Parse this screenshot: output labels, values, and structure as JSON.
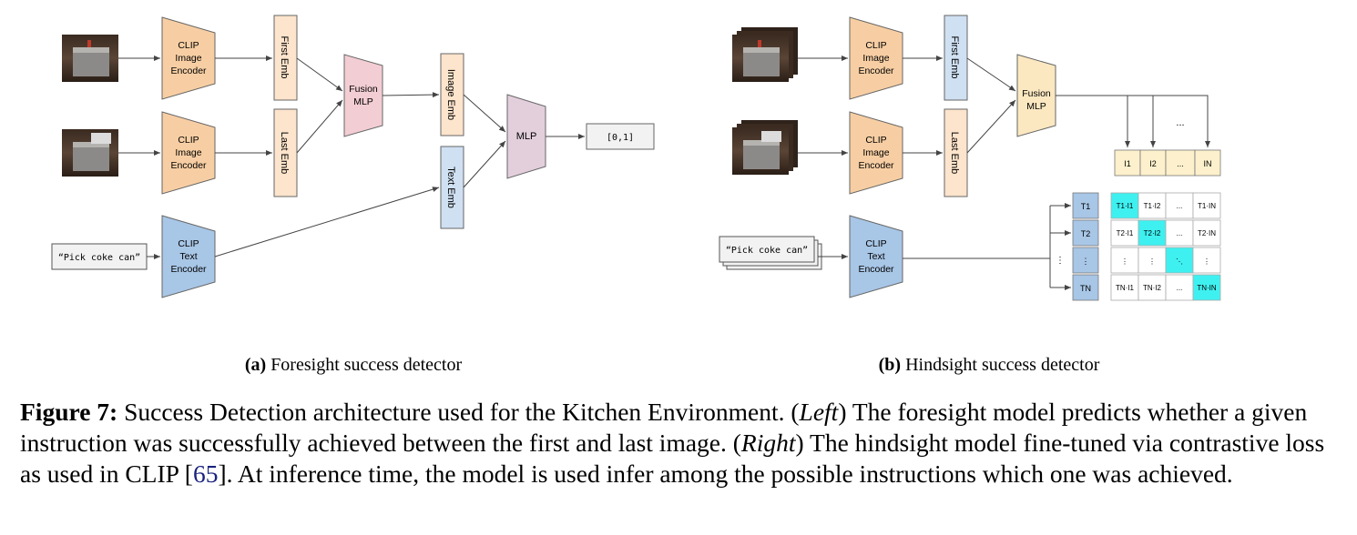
{
  "diagram_a": {
    "encoders": {
      "image_1": [
        "CLIP",
        "Image",
        "Encoder"
      ],
      "image_2": [
        "CLIP",
        "Image",
        "Encoder"
      ],
      "text": [
        "CLIP",
        "Text",
        "Encoder"
      ]
    },
    "emb": {
      "first": "First Emb",
      "last": "Last Emb",
      "image": "Image Emb",
      "text": "Text Emb"
    },
    "fusion": [
      "Fusion",
      "MLP"
    ],
    "mlp": "MLP",
    "output": "[0,1]",
    "instruction": "“Pick coke can”",
    "subcaption_label": "(a)",
    "subcaption_text": " Foresight success detector"
  },
  "diagram_b": {
    "encoders": {
      "image_1": [
        "CLIP",
        "Image",
        "Encoder"
      ],
      "image_2": [
        "CLIP",
        "Image",
        "Encoder"
      ],
      "text": [
        "CLIP",
        "Text",
        "Encoder"
      ]
    },
    "emb": {
      "first": "First Emb",
      "last": "Last Emb"
    },
    "fusion": [
      "Fusion",
      "MLP"
    ],
    "instruction": "“Pick coke can”",
    "ellipsis": "...",
    "i_row": [
      "I1",
      "I2",
      "...",
      "IN"
    ],
    "t_col": [
      "T1",
      "T2",
      "⋮",
      "TN"
    ],
    "matrix": [
      [
        "T1·I1",
        "T1·I2",
        "...",
        "T1·IN"
      ],
      [
        "T2·I1",
        "T2·I2",
        "...",
        "T2·IN"
      ],
      [
        "⋮",
        "⋮",
        "⋱",
        "⋮"
      ],
      [
        "TN·I1",
        "TN·I2",
        "...",
        "TN·IN"
      ]
    ],
    "subcaption_label": "(b)",
    "subcaption_text": " Hindsight success detector"
  },
  "colors": {
    "encoder_image": "#f7cea3",
    "encoder_text": "#a8c6e6",
    "emb_first_a": "#fde4cc",
    "emb_text": "#cfe0f2",
    "emb_first_b": "#cfe0f2",
    "fusion_a": "#f2cdd3",
    "fusion_b": "#fbe8c1",
    "mlp": "#e3cfdc",
    "i_cell": "#fdf0cc",
    "t_cell": "#a8c6e6",
    "diag_highlight": "#3ff0f0"
  },
  "caption": {
    "label": "Figure 7:",
    "text_1": " Success Detection architecture used for the Kitchen Environment. (",
    "left": "Left",
    "text_2": ") The foresight model predicts whether a given instruction was successfully achieved between the first and last image. (",
    "right": "Right",
    "text_3": ") The hindsight model fine-tuned via contrastive loss as used in CLIP [",
    "citation": "65",
    "text_4": "].  At inference time, the model is used infer among the possible instructions which one was achieved."
  }
}
